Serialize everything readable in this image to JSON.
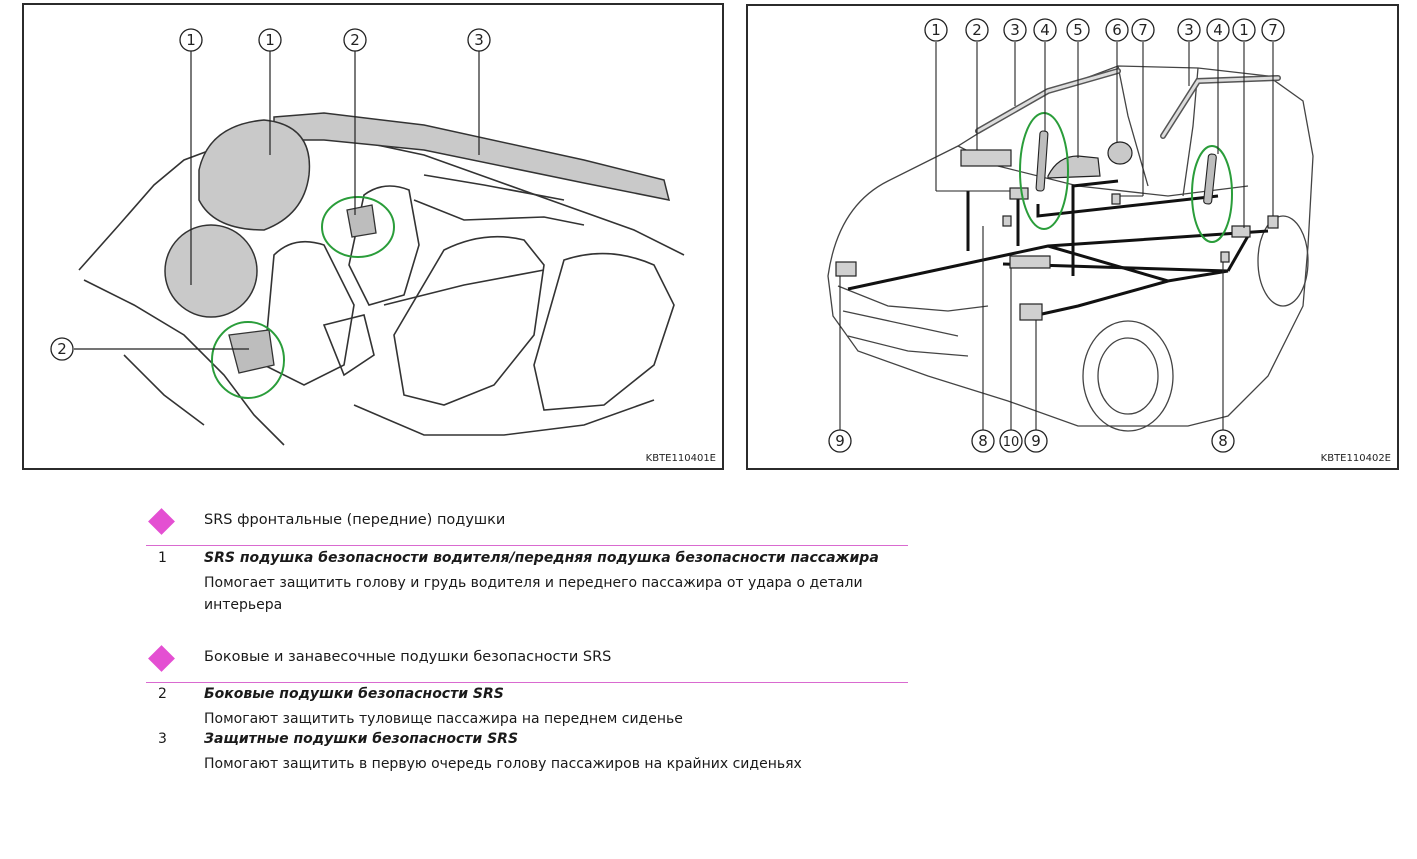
{
  "figures": {
    "left": {
      "code": "KBTE110401E",
      "callouts": [
        "1",
        "1",
        "2",
        "3",
        "2"
      ]
    },
    "right": {
      "code": "KBTE110402E",
      "callouts_top": [
        "1",
        "2",
        "3",
        "4",
        "5",
        "6",
        "7",
        "3",
        "4",
        "1",
        "7"
      ],
      "callouts_bottom": [
        "9",
        "8",
        "10",
        "9",
        "8"
      ]
    }
  },
  "sections": [
    {
      "heading": "SRS фронтальные (передние) подушки",
      "items": [
        {
          "number": "1",
          "title": "SRS подушка безопасности водителя/передняя подушка безопасности пассажира",
          "description": "Помогает защитить голову и грудь водителя и переднего пассажира от удара о детали интерьера"
        }
      ]
    },
    {
      "heading": "Боковые и занавесочные подушки безопасности SRS",
      "items": [
        {
          "number": "2",
          "title": "Боковые подушки безопасности SRS",
          "description": "Помогают защитить туловище пассажира на переднем сиденье"
        },
        {
          "number": "3",
          "title": "Защитные подушки безопасности SRS",
          "description": "Помогают защитить в первую очередь голову пассажиров на крайних сиденьях"
        }
      ]
    }
  ],
  "colors": {
    "accent_diamond": "#e44fd2",
    "rule_line": "#d96ad0",
    "highlight_circle": "#2a9d3a"
  },
  "icons": [
    "section-diamond-icon"
  ]
}
